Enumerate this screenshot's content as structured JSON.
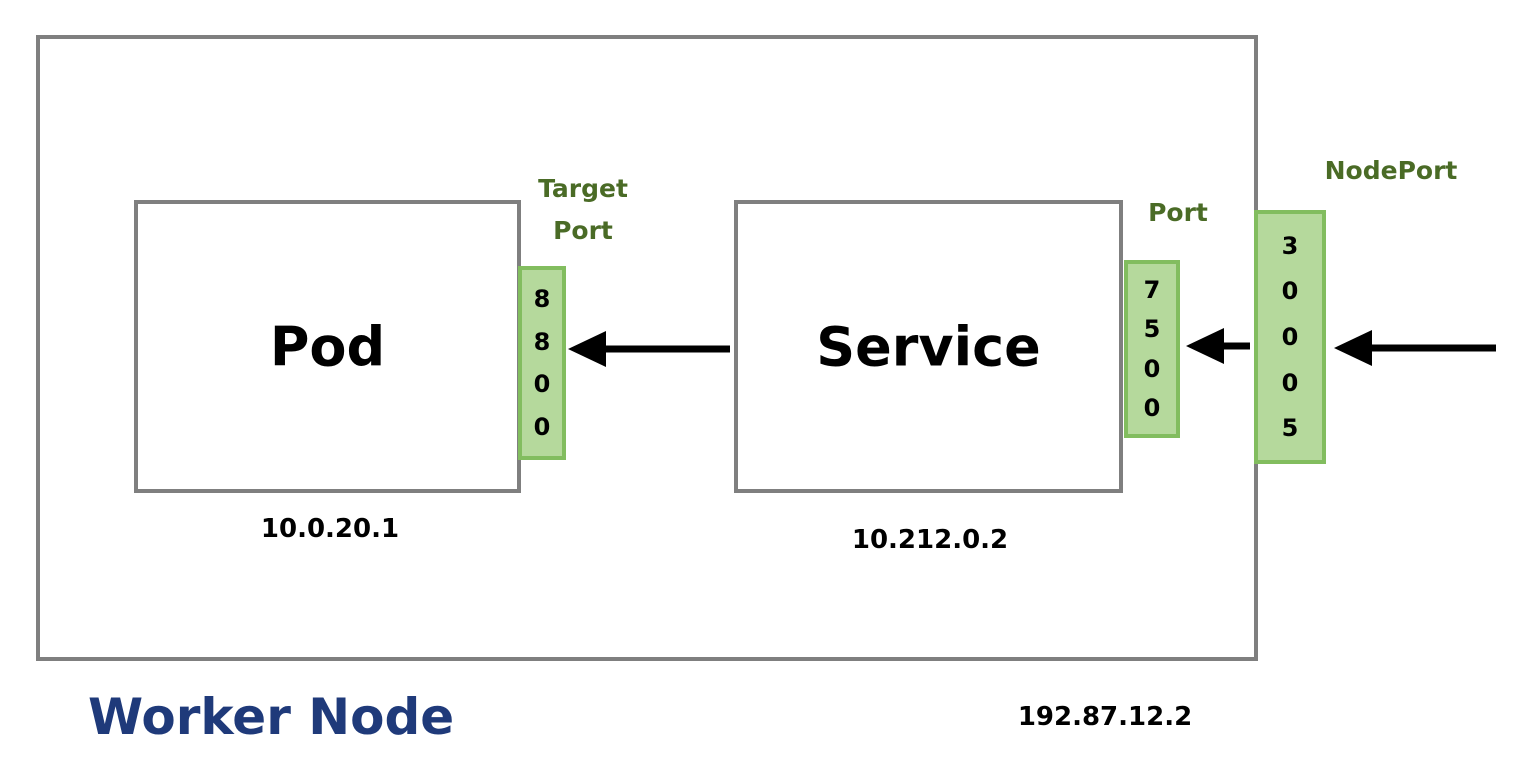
{
  "node": {
    "title": "Worker Node",
    "ip": "192.87.12.2"
  },
  "pod": {
    "label": "Pod",
    "ip": "10.0.20.1"
  },
  "service": {
    "label": "Service",
    "ip": "10.212.0.2"
  },
  "target_port": {
    "label_line1": "Target",
    "label_line2": "Port",
    "digits": [
      "8",
      "8",
      "0",
      "0"
    ]
  },
  "service_port": {
    "label": "Port",
    "digits": [
      "7",
      "5",
      "0",
      "0"
    ]
  },
  "node_port": {
    "label": "NodePort",
    "digits": [
      "3",
      "0",
      "0",
      "0",
      "5"
    ]
  },
  "colors": {
    "box_border": "#7f7f7f",
    "port_fill": "#b5d99c",
    "port_border": "#82bd5f",
    "port_label": "#4a6b26",
    "title": "#1f3a7a"
  }
}
